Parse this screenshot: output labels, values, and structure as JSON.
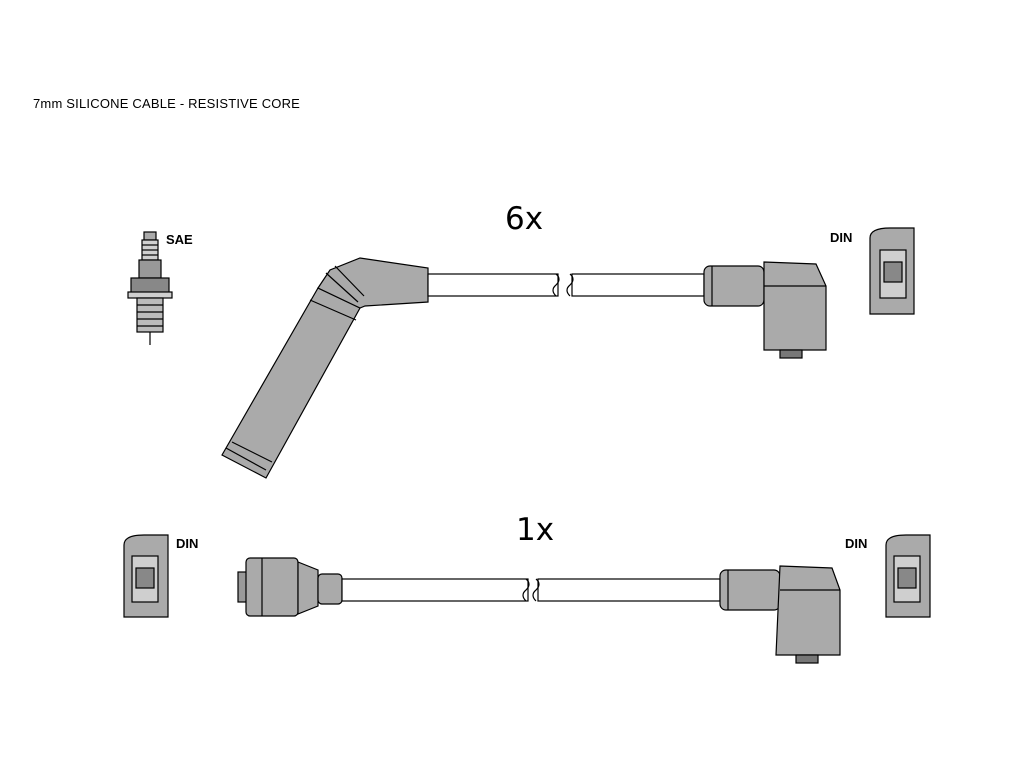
{
  "title": "7mm SILICONE CABLE - RESISTIVE CORE",
  "cables": [
    {
      "quantity": "6x"
    },
    {
      "quantity": "1x"
    }
  ],
  "labels": {
    "sae": "SAE",
    "din_top_right": "DIN",
    "din_bottom_left": "DIN",
    "din_bottom_right": "DIN"
  },
  "colors": {
    "fill": "#aaaaaa",
    "stroke": "#000000",
    "background": "#ffffff"
  }
}
